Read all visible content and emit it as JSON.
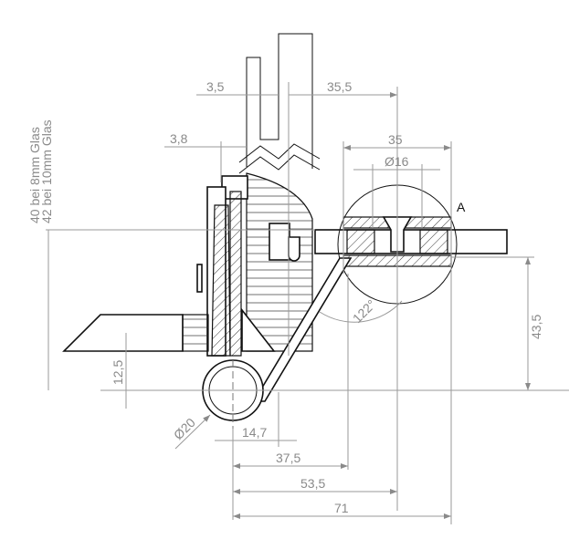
{
  "drawing": {
    "glass_note": [
      "40 bei 8mm Glas",
      "42 bei 10mm Glas"
    ],
    "detail_label": "A",
    "angle": "122°",
    "tube_diameter": "Ø20",
    "dimensions": {
      "glass_gap": "3,5",
      "glass_offset": "35,5",
      "clamp_offset": "3,8",
      "disc_width": "35",
      "bolt_diameter": "Ø16",
      "height_right": "43,5",
      "height_left": "12,5",
      "d1": "14,7",
      "d2": "37,5",
      "d3": "53,5",
      "d4": "71"
    }
  }
}
